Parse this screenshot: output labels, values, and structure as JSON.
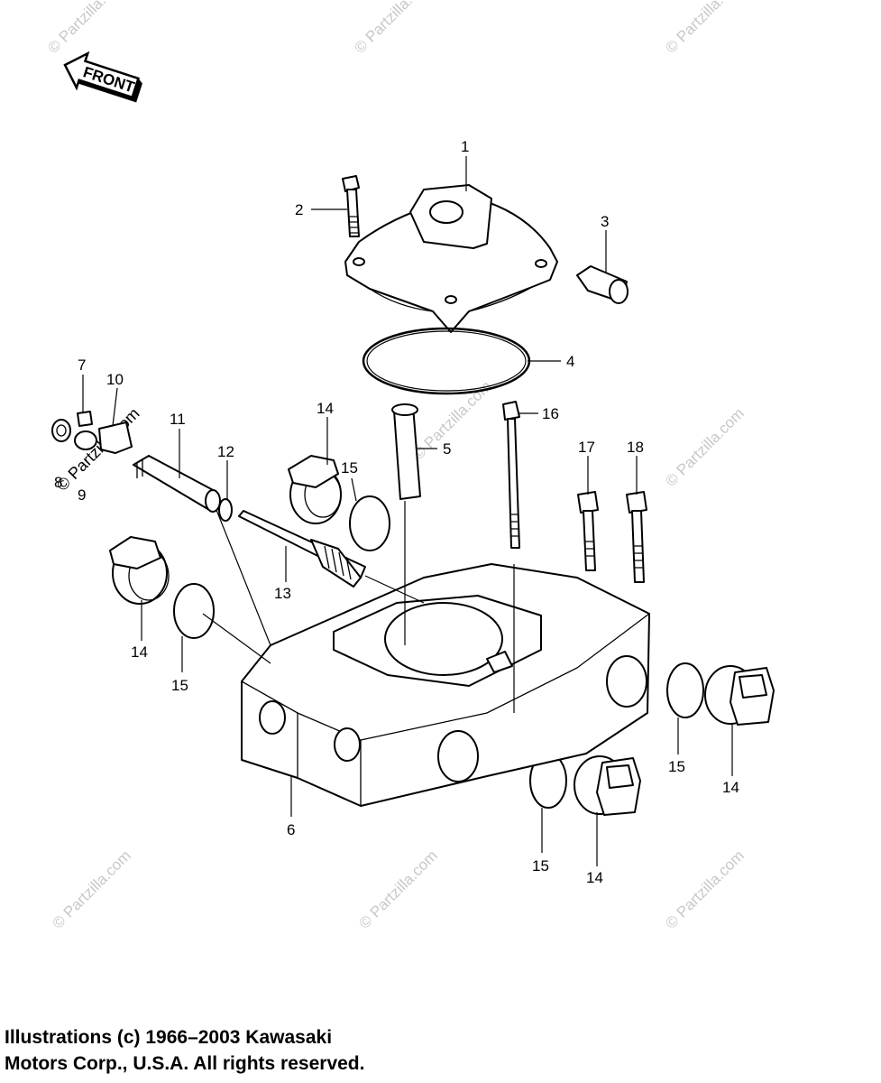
{
  "front_arrow": {
    "label": "FRONT"
  },
  "watermark": {
    "text": "© Partzilla.com"
  },
  "callouts": {
    "c1": "1",
    "c2": "2",
    "c3": "3",
    "c4": "4",
    "c5": "5",
    "c6": "6",
    "c7": "7",
    "c8": "8",
    "c9": "9",
    "c10": "10",
    "c11": "11",
    "c12": "12",
    "c13": "13",
    "c14a": "14",
    "c14b": "14",
    "c14c": "14",
    "c14d": "14",
    "c15a": "15",
    "c15b": "15",
    "c15c": "15",
    "c15d": "15",
    "c16": "16",
    "c17": "17",
    "c18": "18"
  },
  "copyright": {
    "line1": "Illustrations (c) 1966–2003 Kawasaki",
    "line2": "Motors Corp., U.S.A.  All rights reserved."
  }
}
